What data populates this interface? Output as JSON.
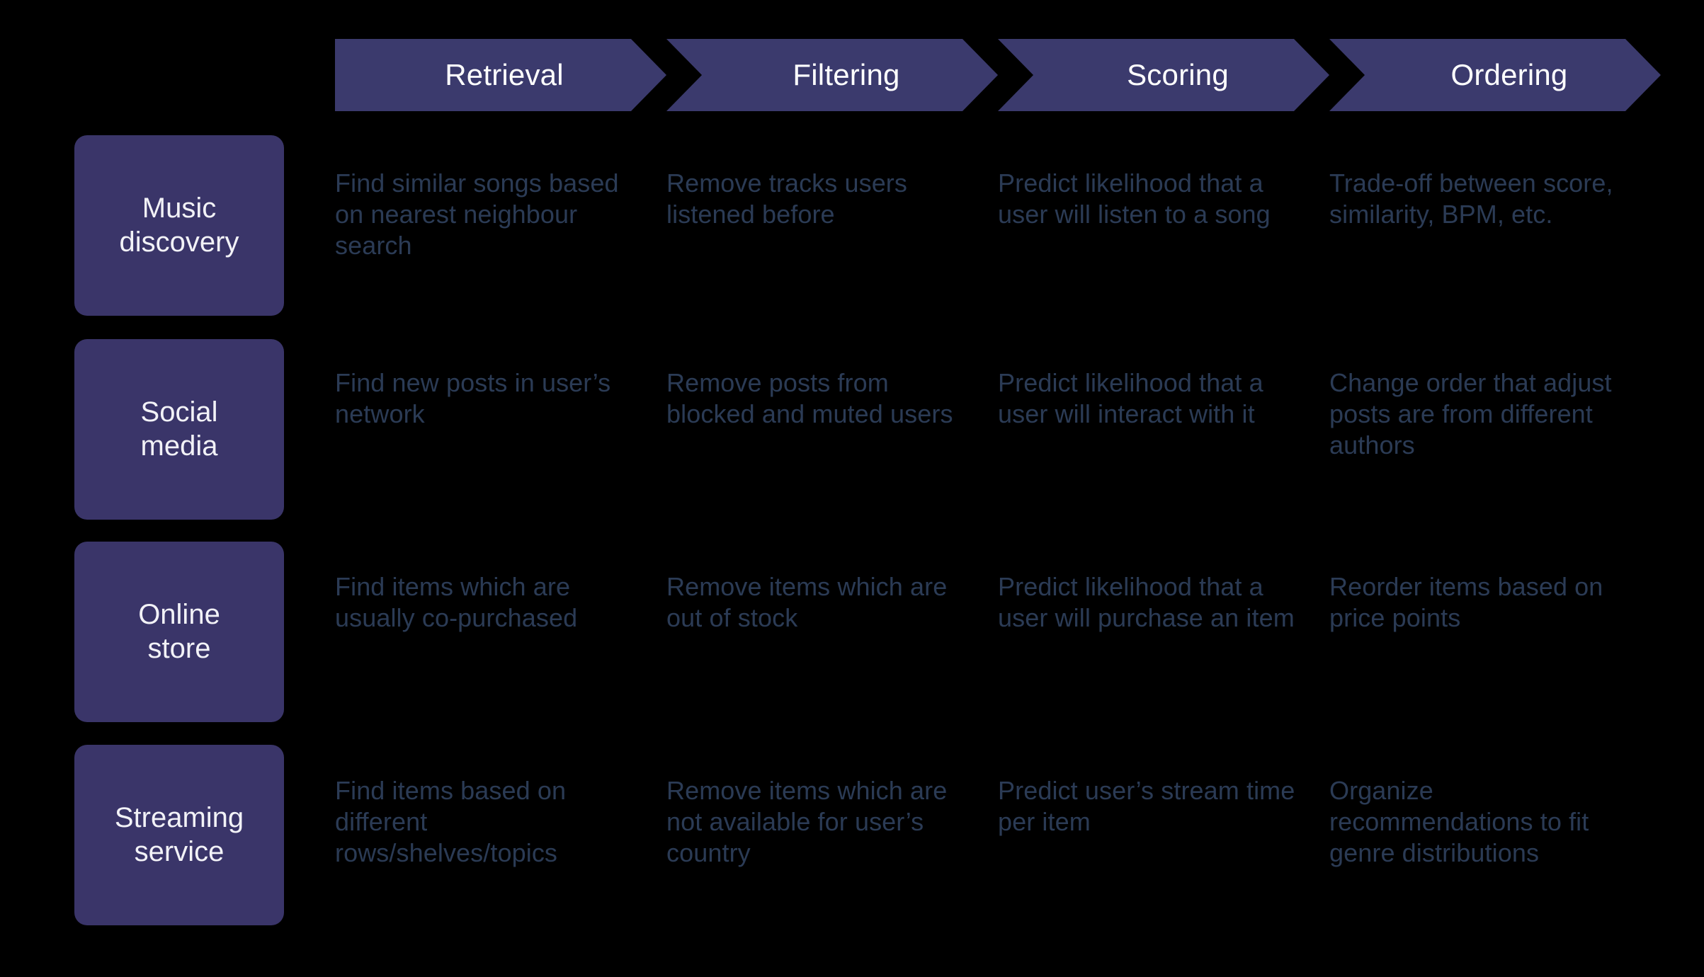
{
  "theme": {
    "background": "#000000",
    "chevron_fill": "#3b3a6d",
    "chevron_text": "#ffffff",
    "card_fill": "#3a3569",
    "card_text": "#f2f2f7",
    "body_text": "#2b3b55"
  },
  "stages": [
    {
      "label": "Retrieval"
    },
    {
      "label": "Filtering"
    },
    {
      "label": "Scoring"
    },
    {
      "label": "Ordering"
    }
  ],
  "rows": [
    {
      "use_case": "Music\ndiscovery",
      "cells": [
        "Find similar songs based on nearest neighbour search",
        "Remove tracks users listened before",
        "Predict likelihood that a user will listen to a song",
        "Trade-off between score, similarity, BPM, etc."
      ]
    },
    {
      "use_case": "Social\nmedia",
      "cells": [
        "Find new posts in user’s network",
        "Remove posts from blocked and muted users",
        "Predict likelihood that a user will interact with it",
        "Change order that adjust posts are from different authors"
      ]
    },
    {
      "use_case": "Online\nstore",
      "cells": [
        "Find items which are usually co-purchased",
        "Remove items which are out of stock",
        "Predict likelihood that a user will purchase an item",
        "Reorder items based on price points"
      ]
    },
    {
      "use_case": "Streaming\nservice",
      "cells": [
        "Find items based on different rows/shelves/topics",
        "Remove items which are not available for user’s country",
        "Predict user’s stream time per item",
        "Organize recommendations to fit genre distributions"
      ]
    }
  ]
}
